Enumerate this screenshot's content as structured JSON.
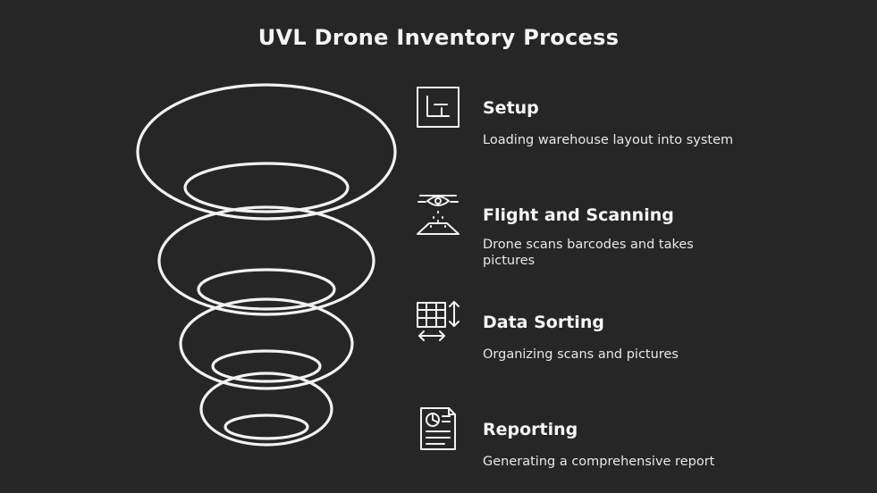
{
  "title": "UVL Drone Inventory Process",
  "steps": [
    {
      "icon": "layout-document-icon",
      "title": "Setup",
      "description": "Loading warehouse layout into system"
    },
    {
      "icon": "drone-scan-icon",
      "title": "Flight and Scanning",
      "description": "Drone scans barcodes and takes pictures"
    },
    {
      "icon": "table-sort-icon",
      "title": "Data Sorting",
      "description": "Organizing scans and pictures"
    },
    {
      "icon": "report-chart-icon",
      "title": "Reporting",
      "description": "Generating a comprehensive report"
    }
  ],
  "colors": {
    "background": "#262626",
    "stroke": "#f2f2f2"
  }
}
